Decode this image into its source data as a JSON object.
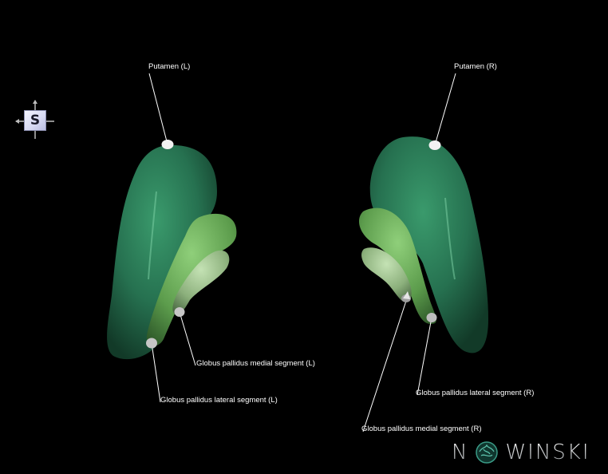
{
  "scene": {
    "background": "#000000",
    "description": "3D rendering of basal ganglia structures (putamen and globus pallidus), view from superior"
  },
  "orientation_cube": {
    "label": "S",
    "icon": "orientation-cube-icon"
  },
  "labels": [
    {
      "id": "putamen-l",
      "text": "Putamen (L)"
    },
    {
      "id": "putamen-r",
      "text": "Putamen (R)"
    },
    {
      "id": "gp-medial-l",
      "text": "Globus pallidus medial segment (L)"
    },
    {
      "id": "gp-lateral-l",
      "text": "Globus pallidus lateral segment (L)"
    },
    {
      "id": "gp-lateral-r",
      "text": "Globus pallidus lateral segment (R)"
    },
    {
      "id": "gp-medial-r",
      "text": "Globus pallidus medial segment (R)"
    }
  ],
  "colors": {
    "putamen": "#2a7a55",
    "gp_lateral": "#6aab5a",
    "gp_medial": "#9ec48e",
    "leader_line": "#ffffff",
    "marker": "#e8e8e8"
  },
  "logo": {
    "text_before": "N",
    "text_after": "WINSKI",
    "brain_icon": "brain-logo-icon"
  }
}
